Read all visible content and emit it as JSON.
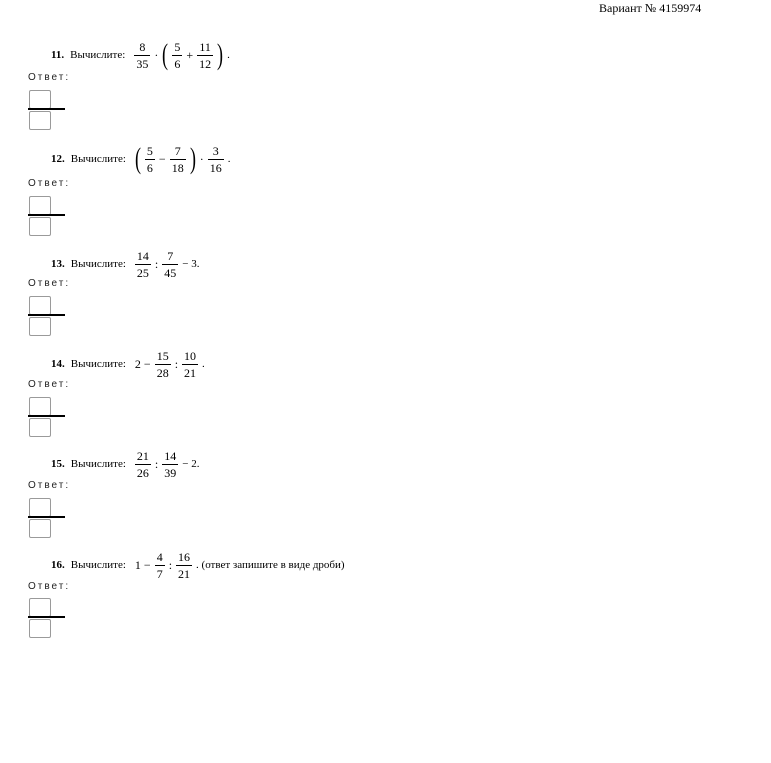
{
  "header": {
    "variant": "Вариант № 4159974"
  },
  "answer_label": "Ответ:",
  "tasks": [
    {
      "num": "11.",
      "word": "Вычислите:",
      "f1n": "8",
      "f1d": "35",
      "op1": "·",
      "f2n": "5",
      "f2d": "6",
      "op2": "+",
      "f3n": "11",
      "f3d": "12",
      "end": "."
    },
    {
      "num": "12.",
      "word": "Вычислите:",
      "f1n": "5",
      "f1d": "6",
      "op1": "−",
      "f2n": "7",
      "f2d": "18",
      "op2": "·",
      "f3n": "3",
      "f3d": "16",
      "end": "."
    },
    {
      "num": "13.",
      "word": "Вычислите:",
      "f1n": "14",
      "f1d": "25",
      "op1": ":",
      "f2n": "7",
      "f2d": "45",
      "tail": "− 3."
    },
    {
      "num": "14.",
      "word": "Вычислите:",
      "lead": "2 −",
      "f1n": "15",
      "f1d": "28",
      "op1": ":",
      "f2n": "10",
      "f2d": "21",
      "end": "."
    },
    {
      "num": "15.",
      "word": "Вычислите:",
      "f1n": "21",
      "f1d": "26",
      "op1": ":",
      "f2n": "14",
      "f2d": "39",
      "tail": "− 2."
    },
    {
      "num": "16.",
      "word": "Вычислите:",
      "lead": "1 −",
      "f1n": "4",
      "f1d": "7",
      "op1": ":",
      "f2n": "16",
      "f2d": "21",
      "tail": ". (ответ запишите в виде дроби)"
    }
  ]
}
